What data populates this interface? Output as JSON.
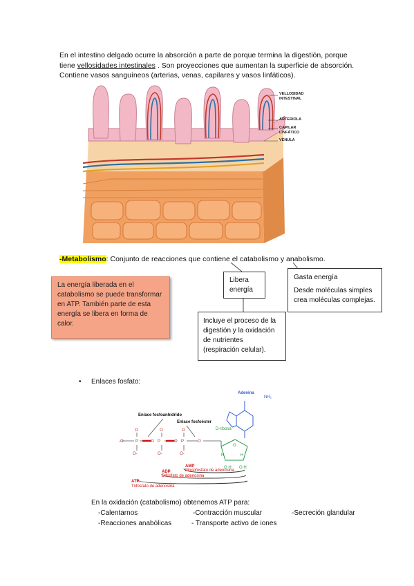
{
  "intro": {
    "line1": "En el intestino delgado ocurre la absorción a parte de porque termina la digestión, porque",
    "line2_pre": "tiene ",
    "line2_link": "vellosidades intestinales",
    "line2_post": " . Son proyecciones que aumentan la superficie de absorción.",
    "line3": "Contiene vasos sanguíneos (arterias, venas, capilares y vasos linfáticos)."
  },
  "villi_figure": {
    "labels": [
      "VELLOSIDAD",
      "INTESTINAL",
      "ARTERIOLA",
      "CAPILAR",
      "LINFÁTICO",
      "VÉNULA"
    ],
    "colors": {
      "villus": "#f2b8c6",
      "tissue": "#f4a66a",
      "artery": "#c0392b",
      "vein": "#2c6fa3"
    }
  },
  "metabolism": {
    "term": "-Metabolismo",
    "definition": ": Conjunto de reacciones que contiene el catabolismo y anabolismo.",
    "callout": "La energía liberada en el catabolismo se puede transformar en ATP. También parte de esta energía se libera en forma de calor.",
    "libera": [
      "Libera",
      "energía"
    ],
    "gasta_title": "Gasta energía",
    "gasta_body": [
      "Desde moléculas simples",
      "crea moléculas complejas."
    ],
    "incluye": [
      "Incluye el proceso de la",
      "digestión y la oxidación",
      "de nutrientes",
      "(respiración celular)."
    ]
  },
  "bullet": {
    "symbol": "•",
    "text": "Enlaces fosfato:"
  },
  "atp_figure": {
    "adenina": "Adenina",
    "nh2": "NH₂",
    "enlace_anhidrido": "Enlace fosfoanhidrido",
    "enlace_ester": "Enlace fosfoéster",
    "ribosa": "D-ribosa",
    "amp": "AMP",
    "amp_sub": "Monofosfato de adenosina",
    "adp": "ADP",
    "adp_sub": "Difosfato de adenosina",
    "atp": "ATP",
    "atp_sub": "Trifosfato de adenosina"
  },
  "atp_uses": {
    "intro": "En la oxidación (catabolismo) obtenemos ATP para:",
    "items": [
      "-Calentarnos",
      "-Contracción muscular",
      "-Secreción glandular",
      "-Reacciones anabólicas",
      "- Transporte activo de iones"
    ]
  }
}
